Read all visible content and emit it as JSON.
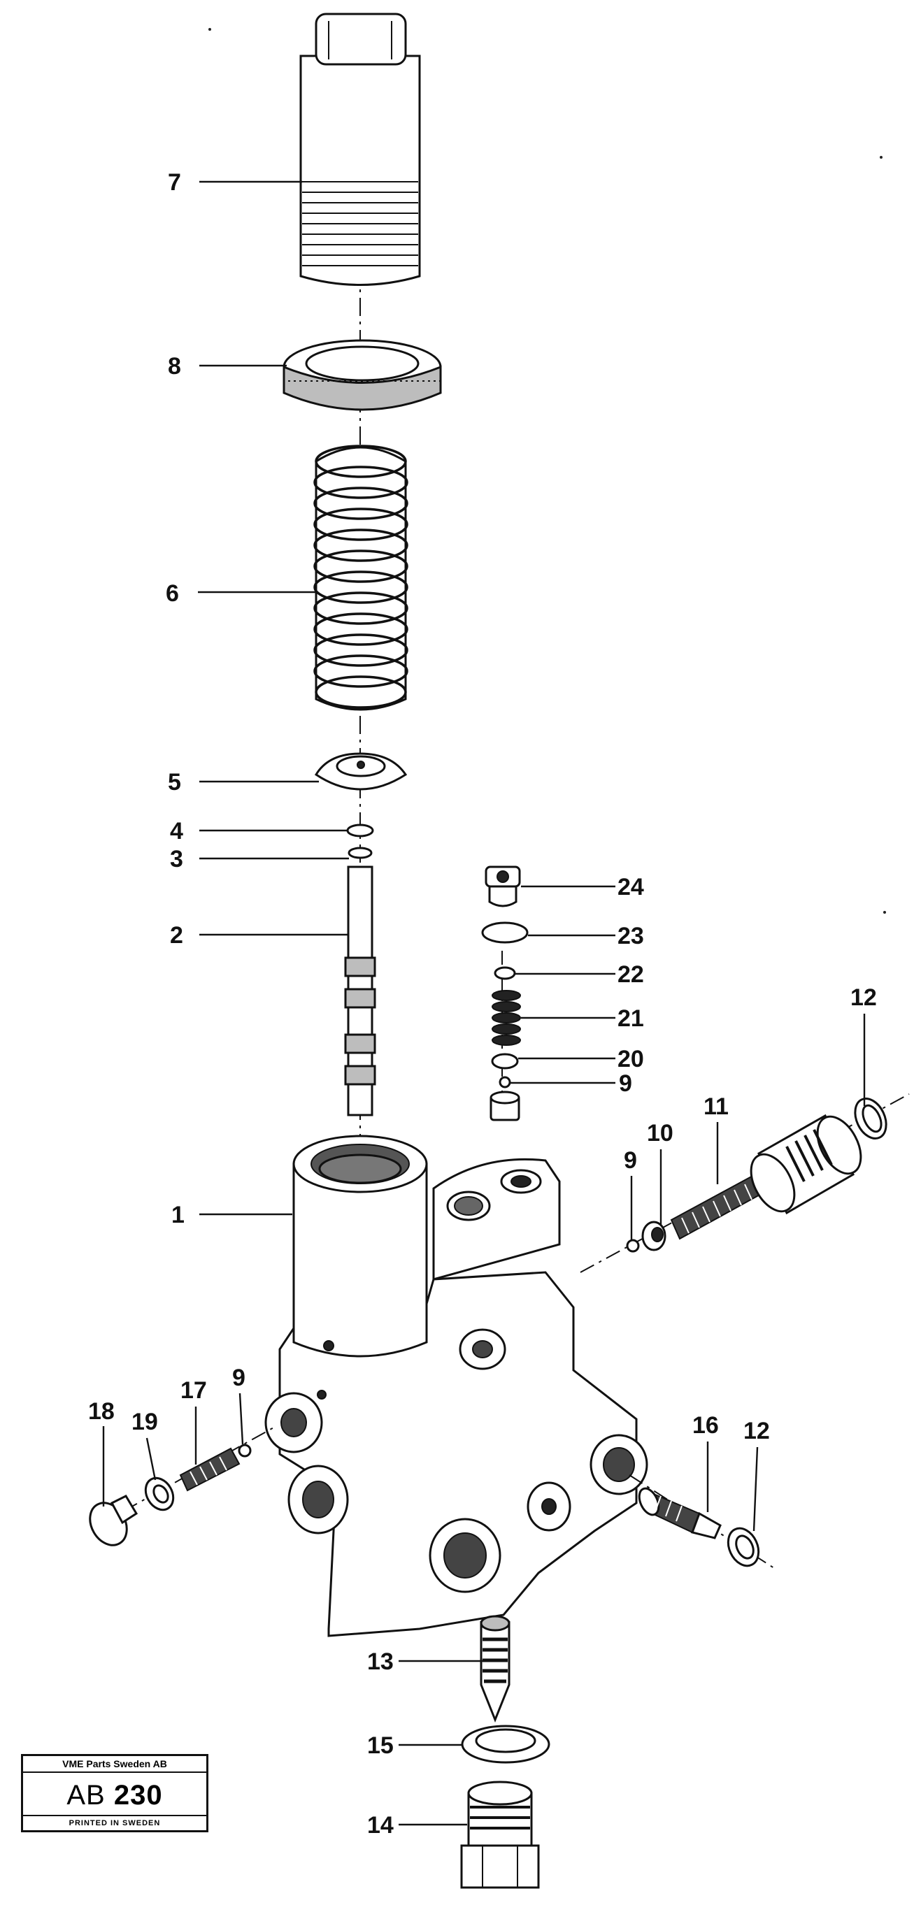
{
  "drawing": {
    "part_labels": [
      {
        "id": "lbl-1",
        "text": "1"
      },
      {
        "id": "lbl-2",
        "text": "2"
      },
      {
        "id": "lbl-3",
        "text": "3"
      },
      {
        "id": "lbl-4",
        "text": "4"
      },
      {
        "id": "lbl-5",
        "text": "5"
      },
      {
        "id": "lbl-6",
        "text": "6"
      },
      {
        "id": "lbl-7",
        "text": "7"
      },
      {
        "id": "lbl-8",
        "text": "8"
      },
      {
        "id": "lbl-9a",
        "text": "9"
      },
      {
        "id": "lbl-9b",
        "text": "9"
      },
      {
        "id": "lbl-9c",
        "text": "9"
      },
      {
        "id": "lbl-10",
        "text": "10"
      },
      {
        "id": "lbl-11",
        "text": "11"
      },
      {
        "id": "lbl-12a",
        "text": "12"
      },
      {
        "id": "lbl-12b",
        "text": "12"
      },
      {
        "id": "lbl-13",
        "text": "13"
      },
      {
        "id": "lbl-14",
        "text": "14"
      },
      {
        "id": "lbl-15",
        "text": "15"
      },
      {
        "id": "lbl-16",
        "text": "16"
      },
      {
        "id": "lbl-17",
        "text": "17"
      },
      {
        "id": "lbl-18",
        "text": "18"
      },
      {
        "id": "lbl-19",
        "text": "19"
      },
      {
        "id": "lbl-20",
        "text": "20"
      },
      {
        "id": "lbl-21",
        "text": "21"
      },
      {
        "id": "lbl-22",
        "text": "22"
      },
      {
        "id": "lbl-23",
        "text": "23"
      },
      {
        "id": "lbl-24",
        "text": "24"
      }
    ]
  },
  "stamp": {
    "company": "VME Parts Sweden AB",
    "code_prefix": "AB",
    "code_number": "230",
    "printed": "PRINTED IN SWEDEN"
  }
}
